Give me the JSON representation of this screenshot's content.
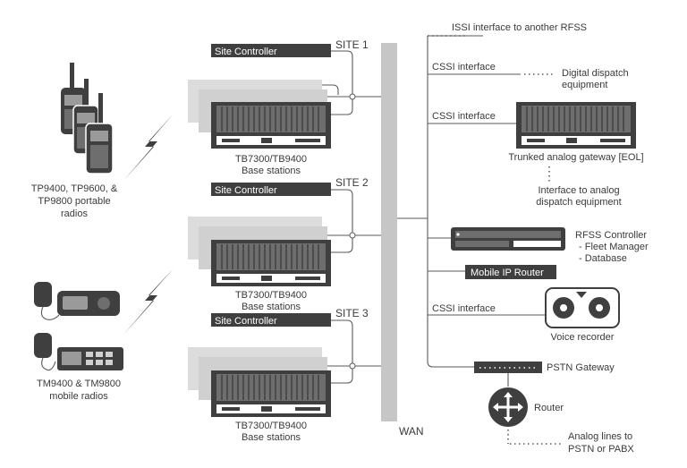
{
  "colors": {
    "dark": "#3f3f3f",
    "mid": "#6e6e6e",
    "panel": "#d3d3d3",
    "wan": "#c6c6c6",
    "line": "#5a5a5a",
    "text": "#3a3a3a"
  },
  "sites": [
    {
      "controller_label": "Site Controller",
      "site_label": "SITE 1",
      "base_label_1": "TB7300/TB9400",
      "base_label_2": "Base stations"
    },
    {
      "controller_label": "Site Controller",
      "site_label": "SITE 2",
      "base_label_1": "TB7300/TB9400",
      "base_label_2": "Base stations"
    },
    {
      "controller_label": "Site Controller",
      "site_label": "SITE 3",
      "base_label_1": "TB7300/TB9400",
      "base_label_2": "Base stations"
    }
  ],
  "portable_radios": {
    "label_lines": [
      "TP9400, TP9600, &",
      "TP9800 portable",
      "radios"
    ],
    "icon": "portable-radio-icon"
  },
  "mobile_radios": {
    "label_lines": [
      "TM9400 & TM9800",
      "mobile radios"
    ],
    "icon": "mobile-radio-icon"
  },
  "wan": {
    "label": "WAN"
  },
  "right_side": {
    "issi": "ISSI interface to another RFSS",
    "csi_dispatch": "CSSI interface",
    "digital_dispatch_lines": [
      "Digital dispatch",
      "equipment"
    ],
    "csi_gateway": "CSSI interface",
    "gateway_label": "Trunked analog gateway [EOL]",
    "analog_interface_lines": [
      "Interface to analog",
      "dispatch equipment"
    ],
    "rfss_lines": [
      "RFSS Controller",
      "- Fleet Manager",
      "- Database"
    ],
    "mobile_ip_router": "Mobile IP Router",
    "csi_recorder": "CSSI interface",
    "recorder_label": "Voice recorder",
    "pstn_gateway": "PSTN Gateway",
    "router": "Router",
    "analog_lines": [
      "Analog lines to",
      "PSTN or PABX"
    ]
  }
}
